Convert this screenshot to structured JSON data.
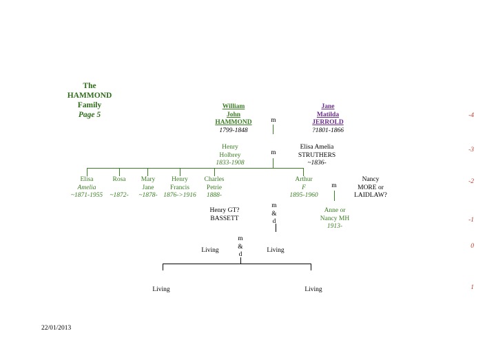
{
  "title": {
    "the": "The",
    "family": "HAMMOND",
    "family_word": "Family",
    "page": "Page 5"
  },
  "gen4": {
    "william": {
      "l1": "William",
      "l2": "John",
      "l3": "HAMMOND",
      "dates": "1799-1848"
    },
    "m": "m",
    "jane": {
      "l1": "Jane",
      "l2": "Matilda",
      "l3": "JERROLD",
      "dates": "?1801-1866"
    }
  },
  "gen3": {
    "henry": {
      "l1": "Henry",
      "l2": "Holbrey",
      "dates": "1833-1908"
    },
    "m": "m",
    "elisa": {
      "l1": "Elisa Amelia",
      "l2": "STRUTHERS",
      "dates": "~1836-"
    }
  },
  "gen2": {
    "children": [
      {
        "l1": "Elisa",
        "l2": "Amelia",
        "l3": "~1871-1955"
      },
      {
        "l1": "Rosa",
        "l2": "",
        "l3": "~1872-"
      },
      {
        "l1": "Mary",
        "l2": "Jane",
        "l3": "~1878-"
      },
      {
        "l1": "Henry",
        "l2": "Francis",
        "l3": "1876->1916"
      },
      {
        "l1": "Charles",
        "l2": "Petrie",
        "l3": "1888-"
      },
      {
        "l1": "Arthur",
        "l2": "F",
        "l3": "1895-1960"
      }
    ],
    "m": "m",
    "nancy": {
      "l1": "Nancy",
      "l2": "MORE or",
      "l3": "LAIDLAW?"
    }
  },
  "gen1": {
    "bassett": {
      "l1": "Henry GT?",
      "l2": "BASSETT"
    },
    "md": {
      "l1": "m",
      "l2": "&",
      "l3": "d"
    },
    "anne": {
      "l1": "Anne or",
      "l2": "Nancy MH",
      "l3": "1913-"
    }
  },
  "gen0": {
    "living_left": "Living",
    "md": {
      "l1": "m",
      "l2": "&",
      "l3": "d"
    },
    "living_right": "Living"
  },
  "gen_minus1": {
    "living_left": "Living",
    "living_right": "Living"
  },
  "levels": [
    "-4",
    "-3",
    "-2",
    "-1",
    "0",
    "1"
  ],
  "footer": {
    "date": "22/01/2013"
  },
  "colors": {
    "green": "#3a7d22",
    "purple": "#6a2c8a",
    "red": "#c0392b",
    "black": "#000000"
  }
}
